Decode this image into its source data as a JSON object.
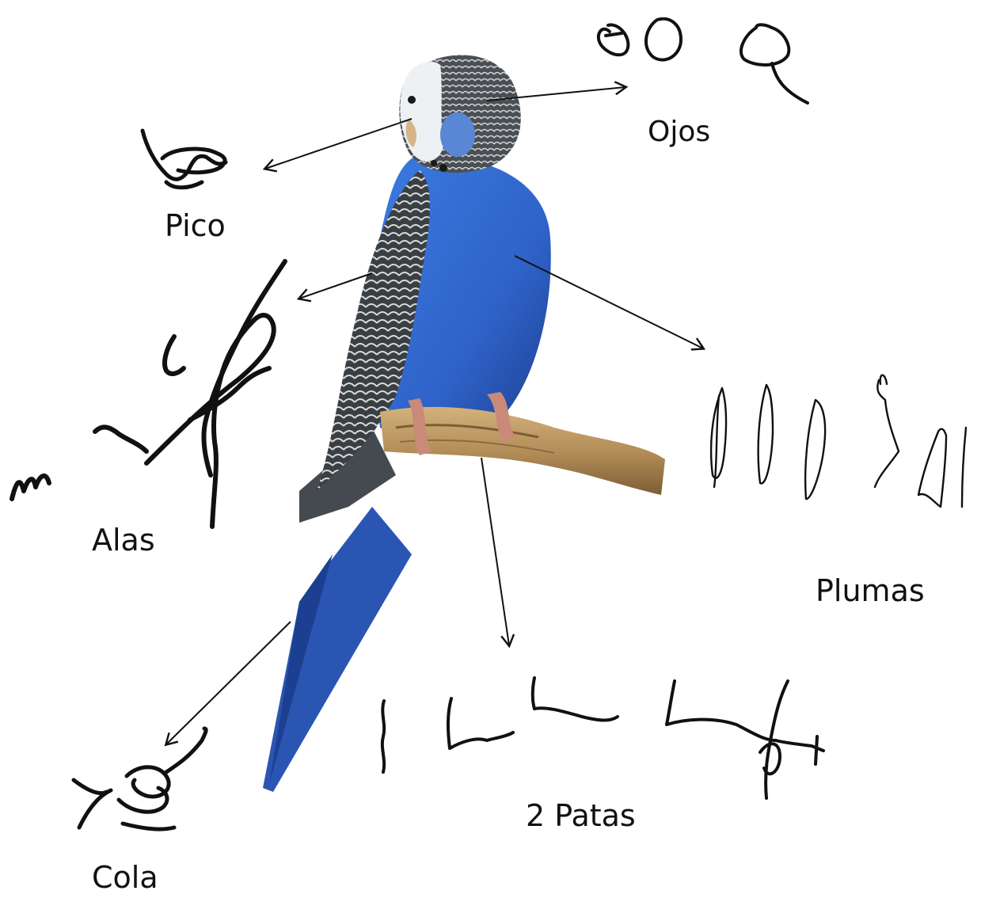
{
  "labels": {
    "ojos": "Ojos",
    "pico": "Pico",
    "alas": "Alas",
    "plumas": "Plumas",
    "patas": "2 Patas",
    "cola": "Cola"
  },
  "colors": {
    "ink": "#111111",
    "arrow": "#111111",
    "bird_blue": "#2f63c9",
    "bird_blue_dark": "#1c3f91",
    "head_white": "#eef1f4",
    "wing_dark": "#3a3f45",
    "branch": "#b08a55",
    "ring": "#c98a7a"
  },
  "icons": [
    "budgie-illustration",
    "branch",
    "handwritten-scribble"
  ]
}
